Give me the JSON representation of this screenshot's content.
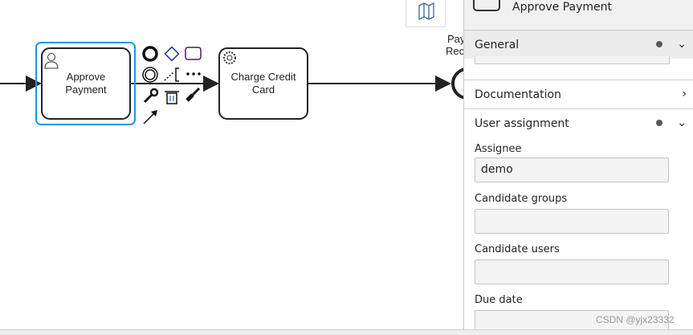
{
  "diagram": {
    "tasks": [
      {
        "label_l1": "Approve",
        "label_l2": "Payment",
        "type": "user-task",
        "selected": true
      },
      {
        "label_l1": "Charge Credit",
        "label_l2": "Card",
        "type": "service-task"
      }
    ],
    "end_event_label_l1": "Pay",
    "end_event_label_l2": "Rec",
    "accent": "#1a98e6"
  },
  "panel": {
    "element_name": "Approve Payment",
    "sections": {
      "general": "General",
      "documentation": "Documentation",
      "user_assignment": "User assignment"
    },
    "fields": {
      "assignee_label": "Assignee",
      "assignee_value": "demo",
      "candidate_groups_label": "Candidate groups",
      "candidate_groups_value": "",
      "candidate_users_label": "Candidate users",
      "candidate_users_value": "",
      "due_date_label": "Due date",
      "due_date_value": ""
    }
  },
  "watermark": "CSDN @yjx23332"
}
